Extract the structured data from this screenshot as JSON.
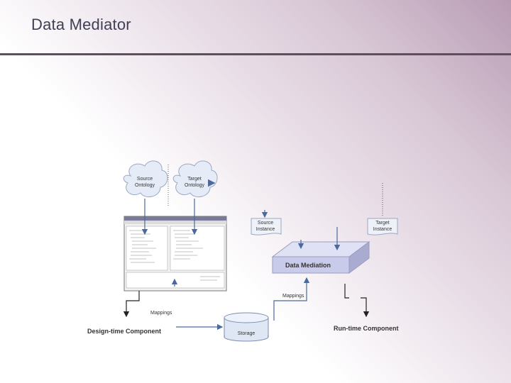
{
  "title": "Data Mediator",
  "diagram": {
    "source_ontology": [
      "Source",
      "Ontology"
    ],
    "target_ontology": [
      "Target",
      "Ontology"
    ],
    "source_instance": [
      "Source",
      "Instance"
    ],
    "target_instance": [
      "Target",
      "Instance"
    ],
    "data_mediation": "Data Mediation",
    "mappings_left": "Mappings",
    "mappings_right": "Mappings",
    "storage": "Storage",
    "design_time": "Design-time Component",
    "run_time": "Run-time Component"
  },
  "colors": {
    "arrow_blue": "#4a6a9e",
    "box_face": "#c9cbea",
    "box_top": "#dfe1f5",
    "cloud": "#e6ecf7"
  }
}
